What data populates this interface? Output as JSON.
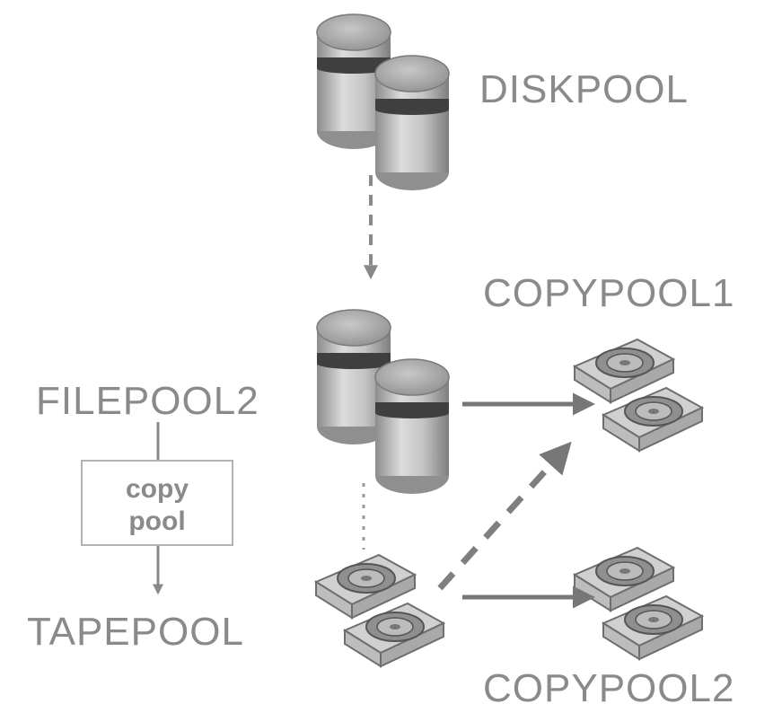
{
  "labels": {
    "diskpool": "DISKPOOL",
    "copypool1": "COPYPOOL1",
    "filepool2": "FILEPOOL2",
    "tapepool": "TAPEPOOL",
    "copypool2": "COPYPOOL2"
  },
  "copy_box": {
    "line1": "copy",
    "line2": "pool"
  },
  "colors": {
    "text": "#8a8a8a",
    "arrow": "#777777",
    "disk_top": "#a9a9a9",
    "disk_band": "#3f3f3f",
    "tape": "#9a9a9a"
  },
  "icons": [
    "disk-stack-icon",
    "tape-cartridge-icon"
  ]
}
